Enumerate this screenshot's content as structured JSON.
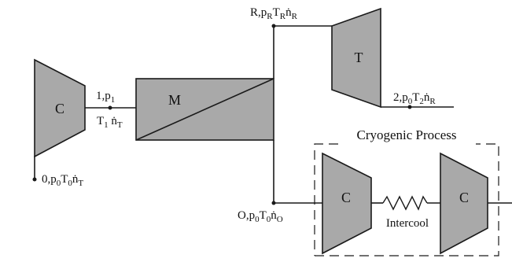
{
  "colors": {
    "component_fill": "#a9a9a9",
    "stroke": "#1a1a1a",
    "background": "#ffffff"
  },
  "components": {
    "compressor_main": "C",
    "membrane": "M",
    "turbine": "T",
    "cryo_compressor_1": "C",
    "cryo_compressor_2": "C"
  },
  "cryogenic_box": {
    "title": "Cryogenic Process",
    "intercool_label": "Intercool"
  },
  "states": {
    "inlet": {
      "main": "0,p",
      "sub1": "0",
      "mid": "T",
      "sub2": "0",
      "tail": "ṅ",
      "sub3": "T"
    },
    "compressor_out": {
      "main": "1,p",
      "sub1": "1"
    },
    "compressor_flow": {
      "main": "T",
      "sub1": "1",
      "tail": " ṅ",
      "sub2": "T"
    },
    "retentate": {
      "main": "R,p",
      "sub1": "R",
      "mid": "T",
      "sub2": "R",
      "tail": "ṅ",
      "sub3": "R"
    },
    "turbine_out": {
      "main": "2,p",
      "sub1": "0",
      "mid": "T",
      "sub2": "2",
      "tail": "ṅ",
      "sub3": "R"
    },
    "permeate": {
      "main": "O,p",
      "sub1": "0",
      "mid": "T",
      "sub2": "0",
      "tail": "ṅ",
      "sub3": "O"
    }
  }
}
